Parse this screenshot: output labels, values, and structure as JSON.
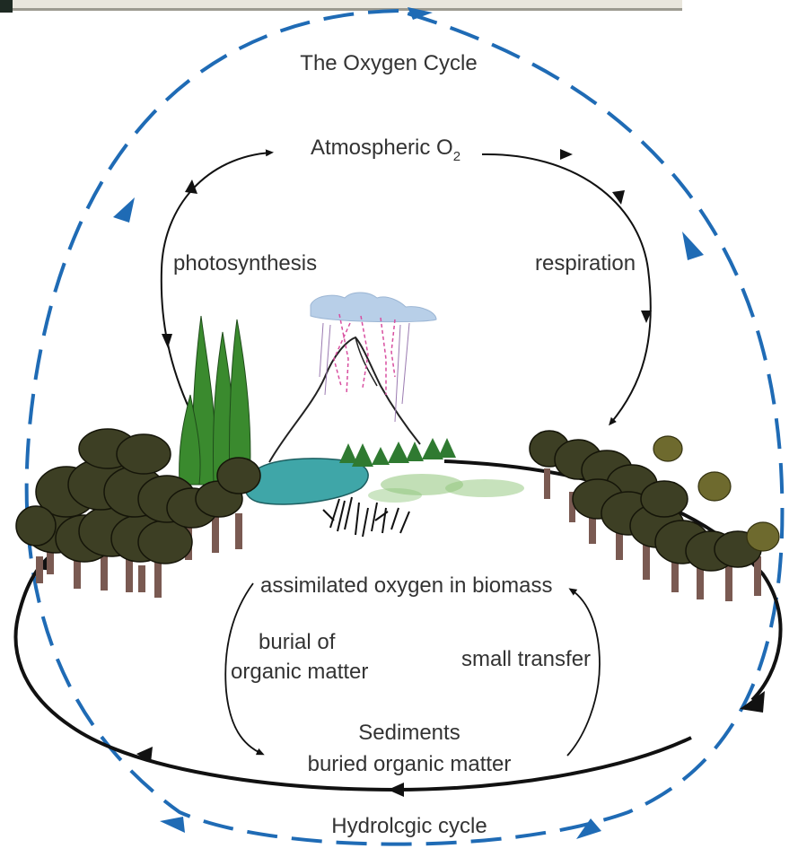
{
  "diagram": {
    "title": "The Oxygen Cycle",
    "atmosphere_label": "Atmospheric O",
    "atmosphere_subscript": "2",
    "left_process": "photosynthesis",
    "right_process": "respiration",
    "biomass_label": "assimilated oxygen in biomass",
    "burial_label_line1": "burial of",
    "burial_label_line2": "organic matter",
    "transfer_label": "small transfer",
    "sediments_label_line1": "Sediments",
    "sediments_label_line2": "buried organic matter",
    "hydrologic_label": "Hydrolcgic cycle"
  },
  "colors": {
    "outer_cycle": "#1f6bb5",
    "arrows": "#111111",
    "water": "#3fa6a8",
    "foliage": "#3d3f24",
    "conifer": "#3a8a2e",
    "trunk": "#7a5a52",
    "cloud": "#b8cfe8",
    "lightning": "#d84fa0",
    "text": "#333333"
  }
}
